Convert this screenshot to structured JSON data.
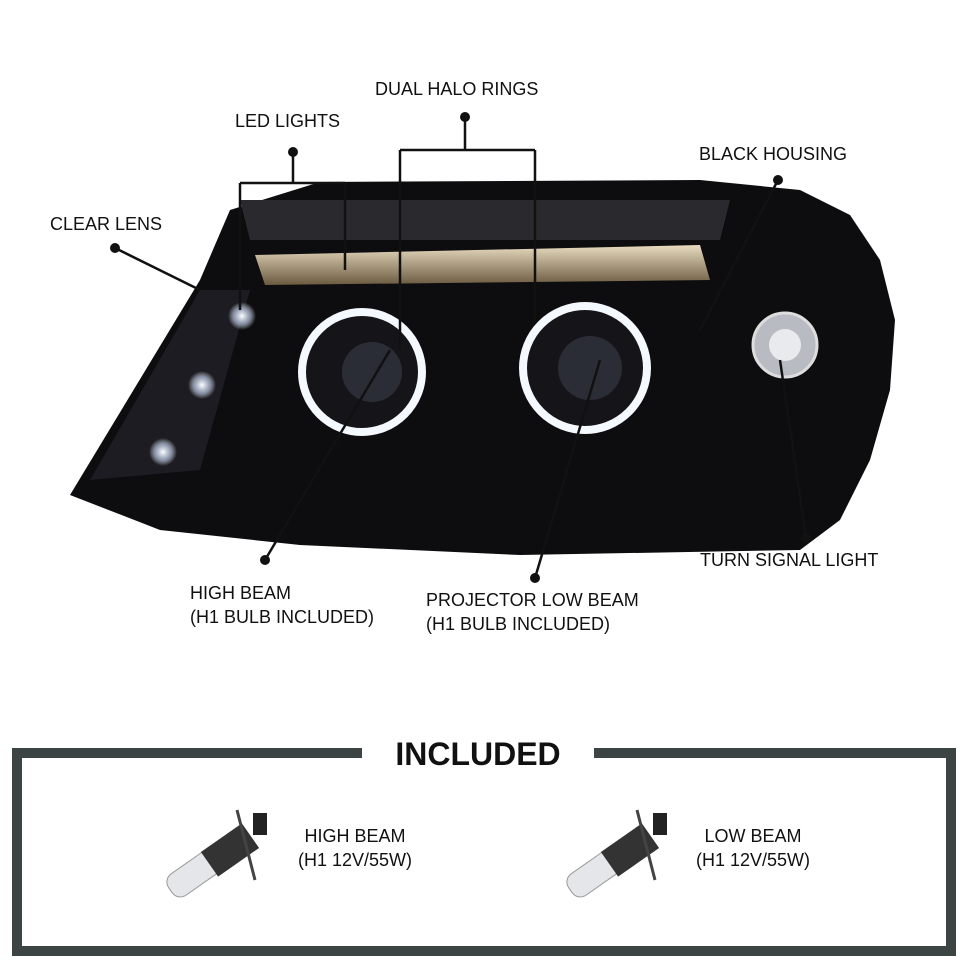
{
  "callouts": {
    "dual_halo_rings": "DUAL HALO RINGS",
    "led_lights": "LED LIGHTS",
    "clear_lens": "CLEAR LENS",
    "black_housing": "BLACK HOUSING",
    "turn_signal_light": "TURN SIGNAL LIGHT",
    "high_beam": {
      "line1": "HIGH BEAM",
      "line2": "(H1 BULB INCLUDED)"
    },
    "projector_low_beam": {
      "line1": "PROJECTOR LOW BEAM",
      "line2": "(H1 BULB INCLUDED)"
    }
  },
  "included": {
    "title": "INCLUDED",
    "items": [
      {
        "line1": "HIGH BEAM",
        "line2": "(H1 12V/55W)"
      },
      {
        "line1": "LOW BEAM",
        "line2": "(H1 12V/55W)"
      }
    ]
  },
  "colors": {
    "border": "#3d4544",
    "housing": "#0d0d0f",
    "halo": "#f4f8ff"
  }
}
